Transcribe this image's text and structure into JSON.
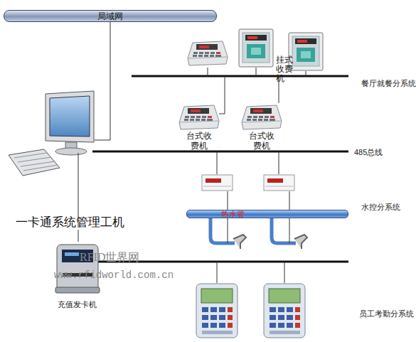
{
  "diagram": {
    "nodes": [
      {
        "text": [
          "局域网"
        ]
      },
      {
        "text": [
          "挂式收费机"
        ]
      },
      {
        "text": [
          "台式收费机"
        ]
      },
      {
        "text": [
          "台式收费机"
        ]
      },
      {
        "text": [
          "热水管"
        ]
      },
      {
        "text": [
          "一卡通系统管理工机"
        ]
      },
      {
        "text": [
          "充值发卡机"
        ]
      }
    ],
    "edges": [
      {
        "from": 5,
        "to": 0,
        "arrow": "none"
      },
      {
        "from": 5,
        "to": 6,
        "arrow": "none"
      }
    ],
    "labels": [
      "餐厅就餐分系统",
      "485总线",
      "水控分系统",
      "RFID世界网",
      "www.rfidworld.com.cn",
      "员工考勤分系统"
    ]
  }
}
